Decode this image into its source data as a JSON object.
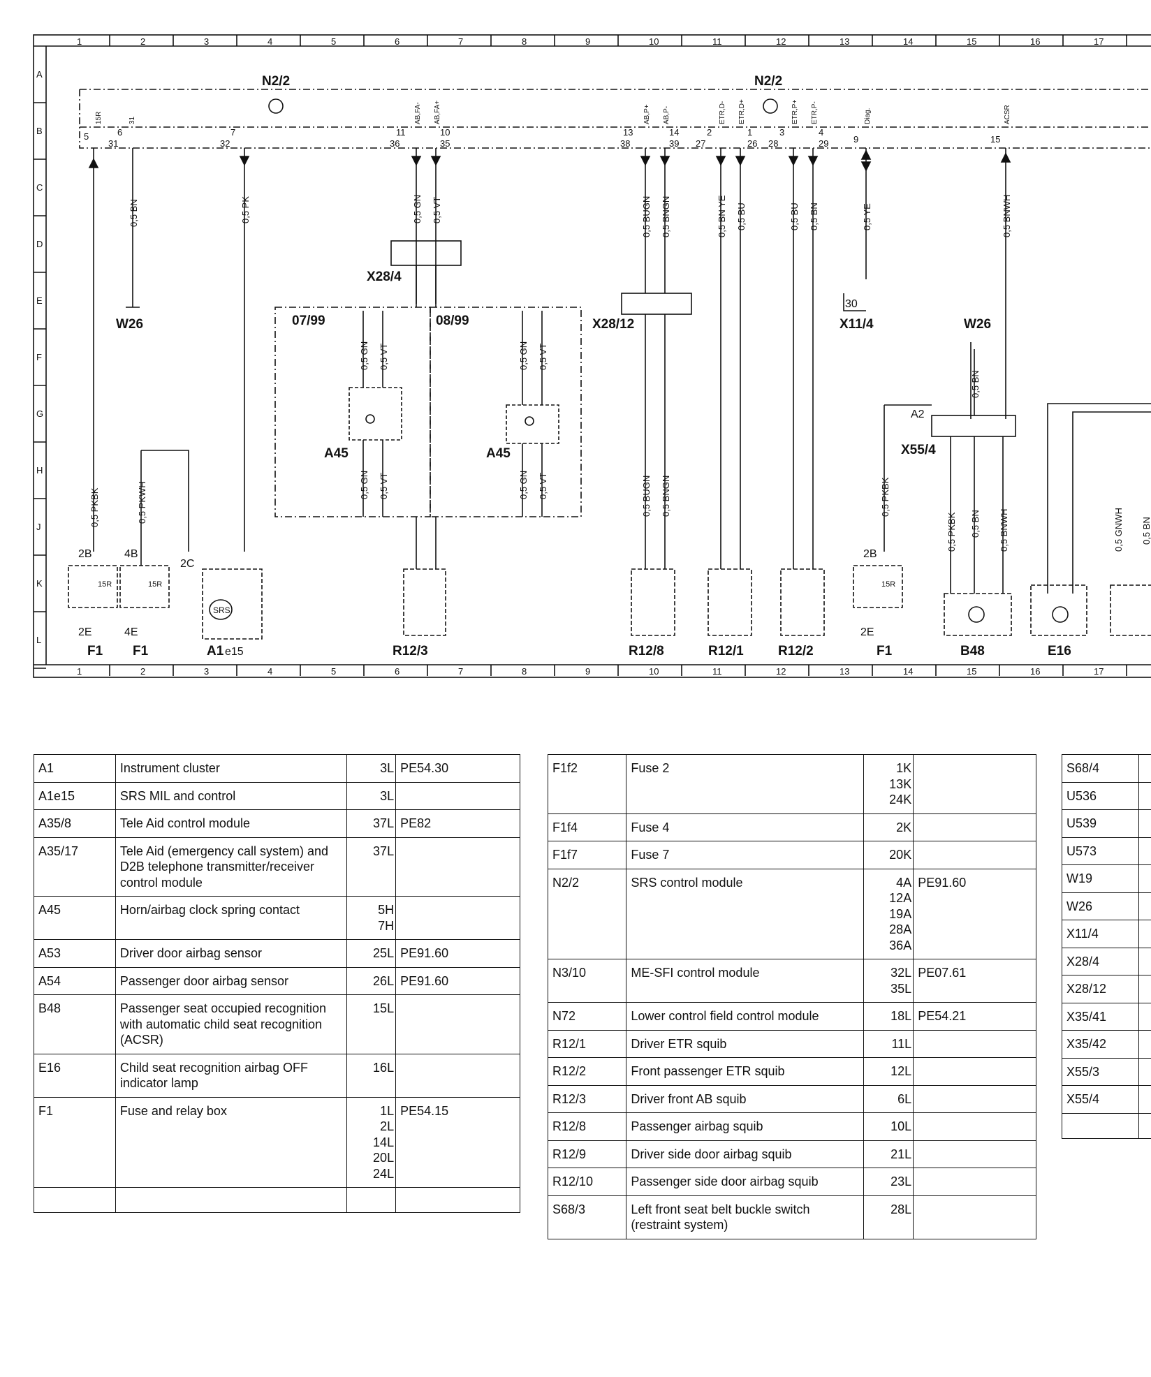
{
  "diagram": {
    "col_numbers": [
      "1",
      "2",
      "3",
      "4",
      "5",
      "6",
      "7",
      "8",
      "9",
      "10",
      "11",
      "12",
      "13",
      "14",
      "15",
      "16",
      "17"
    ],
    "row_letters": [
      "A",
      "B",
      "C",
      "D",
      "E",
      "F",
      "G",
      "H",
      "J",
      "K",
      "L"
    ],
    "modules": {
      "n22_left": "N2/2",
      "n22_right": "N2/2"
    },
    "pins": {
      "p5": "5",
      "p6": "6",
      "p31": "31",
      "p7": "7",
      "p32": "32",
      "p11": "11",
      "p36": "36",
      "p10": "10",
      "p35": "35",
      "p13": "13",
      "p38": "38",
      "p14": "14",
      "p39": "39",
      "p2": "2",
      "p27": "27",
      "p1": "1",
      "p26": "26",
      "p3": "3",
      "p28": "28",
      "p4": "4",
      "p29": "29",
      "p9": "9",
      "p15": "15"
    },
    "signals": {
      "s15r": "15R",
      "s31": "31",
      "sabfa_m": "AB,FA-",
      "sabfa_p": "AB,FA+",
      "sabbf_p": "AB,P+",
      "sabbf_m": "AB,P-",
      "setrd_m": "ETR,D-",
      "setrd_p": "ETR,D+",
      "setrp_p": "ETR,P+",
      "setrp_m": "ETR,P-",
      "sdiag": "Diag.",
      "sacsr": "ACSR"
    },
    "wires": {
      "w1": "0,5 BN",
      "w2": "0,5 PK",
      "w3": "0,5 GN",
      "w4": "0,5 VT",
      "w5": "0,5 BUGN",
      "w6": "0,5 BNGN",
      "w7": "0,5 BN YE",
      "w8": "0,5 BU",
      "w9": "0,5 BU",
      "w10": "0,5 BN",
      "w11": "0,5 YE",
      "w12": "0,5 BNWH",
      "w13": "0,5 PKBK",
      "w14": "0,5 PKWH",
      "w15": "0,5 GN",
      "w16": "0,5 VT",
      "w17": "0,5 GN",
      "w18": "0,5 VT",
      "w19": "0,5 GN",
      "w20": "0,5 VT",
      "w21": "0,5 GN",
      "w22": "0,5 VT",
      "w23": "0,5 BUGN",
      "w24": "0,5 BNGN",
      "w25": "0,5 PKBK",
      "w26": "0,5 BN",
      "w27": "0,5 PKBK",
      "w28": "0,5 BN",
      "w29": "0,5 BNWH",
      "w30": "0,5 GNWH",
      "w31": "0,5 BN"
    },
    "labels": {
      "x284": "X28/4",
      "x2812": "X28/12",
      "x114": "X11/4",
      "x114pin": "30",
      "w26a": "W26",
      "w26b": "W26",
      "v0799": "07/99",
      "v0899": "08/99",
      "a45a": "A45",
      "a45b": "A45",
      "a2": "A2",
      "x554": "X55/4",
      "f1a": "F1",
      "f1b": "F1",
      "f1c": "F1",
      "a1": "A1",
      "e15": "e15",
      "srs": "SRS",
      "r123": "R12/3",
      "r128": "R12/8",
      "r121": "R12/1",
      "r122": "R12/2",
      "b48": "B48",
      "e16": "E16",
      "c2b": "2B",
      "c2e": "2E",
      "c4b": "4B",
      "c4e": "4E",
      "c2c": "2C",
      "c2b2": "2B",
      "c2e2": "2E",
      "fs15r": "15R",
      "fs15r2": "15R",
      "fs15r3": "15R"
    }
  },
  "table1": [
    {
      "code": "A1",
      "desc": "Instrument cluster",
      "refs": [
        "3L"
      ],
      "pe": "PE54.30"
    },
    {
      "code": "A1e15",
      "desc": "SRS MIL and control",
      "refs": [
        "3L"
      ],
      "pe": ""
    },
    {
      "code": "A35/8",
      "desc": "Tele Aid control module",
      "refs": [
        "37L"
      ],
      "pe": "PE82"
    },
    {
      "code": "A35/17",
      "desc": "Tele Aid (emergency call system) and D2B telephone transmitter/receiver control module",
      "refs": [
        "37L"
      ],
      "pe": ""
    },
    {
      "code": "A45",
      "desc": "Horn/airbag clock spring contact",
      "refs": [
        "5H",
        "7H"
      ],
      "pe": ""
    },
    {
      "code": "A53",
      "desc": "Driver door airbag sensor",
      "refs": [
        "25L"
      ],
      "pe": "PE91.60"
    },
    {
      "code": "A54",
      "desc": "Passenger door airbag sensor",
      "refs": [
        "26L"
      ],
      "pe": "PE91.60"
    },
    {
      "code": "B48",
      "desc": "Passenger seat occupied recognition with automatic child seat recognition (ACSR)",
      "refs": [
        "15L"
      ],
      "pe": ""
    },
    {
      "code": "E16",
      "desc": "Child seat recognition airbag OFF indicator lamp",
      "refs": [
        "16L"
      ],
      "pe": ""
    },
    {
      "code": "F1",
      "desc": "Fuse and relay box",
      "refs": [
        "1L",
        "2L",
        "14L",
        "20L",
        "24L"
      ],
      "pe": "PE54.15"
    },
    {
      "code": "",
      "desc": "",
      "refs": [],
      "pe": ""
    }
  ],
  "table2": [
    {
      "code": "F1f2",
      "desc": "Fuse 2",
      "refs": [
        "1K",
        "13K",
        "24K"
      ],
      "pe": ""
    },
    {
      "code": "F1f4",
      "desc": "Fuse 4",
      "refs": [
        "2K"
      ],
      "pe": ""
    },
    {
      "code": "F1f7",
      "desc": "Fuse 7",
      "refs": [
        "20K"
      ],
      "pe": ""
    },
    {
      "code": "N2/2",
      "desc": "SRS control module",
      "refs": [
        "4A",
        "12A",
        "19A",
        "28A",
        "36A"
      ],
      "pe": "PE91.60"
    },
    {
      "code": "N3/10",
      "desc": "ME-SFI control module",
      "refs": [
        "32L",
        "35L"
      ],
      "pe": "PE07.61"
    },
    {
      "code": "N72",
      "desc": "Lower control field control module",
      "refs": [
        "18L"
      ],
      "pe": "PE54.21"
    },
    {
      "code": "R12/1",
      "desc": "Driver ETR squib",
      "refs": [
        "11L"
      ],
      "pe": ""
    },
    {
      "code": "R12/2",
      "desc": "Front passenger ETR squib",
      "refs": [
        "12L"
      ],
      "pe": ""
    },
    {
      "code": "R12/3",
      "desc": "Driver front AB squib",
      "refs": [
        "6L"
      ],
      "pe": ""
    },
    {
      "code": "R12/8",
      "desc": "Passenger airbag squib",
      "refs": [
        "10L"
      ],
      "pe": ""
    },
    {
      "code": "R12/9",
      "desc": "Driver side door airbag squib",
      "refs": [
        "21L"
      ],
      "pe": ""
    },
    {
      "code": "R12/10",
      "desc": "Passenger side door airbag squib",
      "refs": [
        "23L"
      ],
      "pe": ""
    },
    {
      "code": "S68/3",
      "desc": "Left front seat belt buckle switch (restraint system)",
      "refs": [
        "28L"
      ],
      "pe": ""
    }
  ],
  "table3": [
    {
      "code": "S68/4"
    },
    {
      "code": "U536"
    },
    {
      "code": "U539"
    },
    {
      "code": "U573"
    },
    {
      "code": "W19"
    },
    {
      "code": "W26"
    },
    {
      "code": "X11/4"
    },
    {
      "code": "X28/4"
    },
    {
      "code": "X28/12"
    },
    {
      "code": "X35/41"
    },
    {
      "code": "X35/42"
    },
    {
      "code": "X55/3"
    },
    {
      "code": "X55/4"
    },
    {
      "code": ""
    }
  ]
}
